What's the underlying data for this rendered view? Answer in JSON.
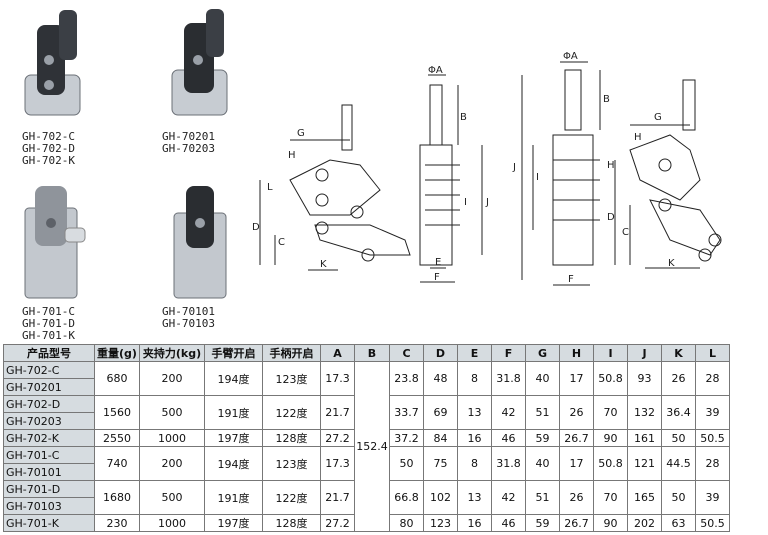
{
  "products": [
    {
      "models": [
        "GH-702-C",
        "GH-702-D",
        "GH-702-K"
      ]
    },
    {
      "models": [
        "GH-70201",
        "GH-70203"
      ]
    },
    {
      "models": [
        "GH-701-C",
        "GH-701-D",
        "GH-701-K"
      ]
    },
    {
      "models": [
        "GH-70101",
        "GH-70103"
      ]
    }
  ],
  "drawing_labels": {
    "phiA": "ΦA",
    "B": "B",
    "G": "G",
    "H": "H",
    "L": "L",
    "D": "D",
    "C": "C",
    "K": "K",
    "E": "E",
    "F": "F",
    "I": "I",
    "J": "J"
  },
  "table": {
    "headers": [
      "产品型号",
      "重量(g)",
      "夹持力(kg)",
      "手臂开启",
      "手柄开启",
      "A",
      "B",
      "C",
      "D",
      "E",
      "F",
      "G",
      "H",
      "I",
      "J",
      "K",
      "L"
    ],
    "rows": [
      {
        "models": [
          "GH-702-C",
          "GH-70201"
        ],
        "weight": "680",
        "force": "200",
        "arm": "194度",
        "handle": "123度",
        "A": "17.3",
        "C": "23.8",
        "D": "48",
        "E": "8",
        "F": "31.8",
        "G": "40",
        "H": "17",
        "I": "50.8",
        "J": "93",
        "K": "26",
        "L": "28"
      },
      {
        "models": [
          "GH-702-D",
          "GH-70203"
        ],
        "weight": "1560",
        "force": "500",
        "arm": "191度",
        "handle": "122度",
        "A": "21.7",
        "C": "33.7",
        "D": "69",
        "E": "13",
        "F": "42",
        "G": "51",
        "H": "26",
        "I": "70",
        "J": "132",
        "K": "36.4",
        "L": "39"
      },
      {
        "models": [
          "GH-702-K"
        ],
        "weight": "2550",
        "force": "1000",
        "arm": "197度",
        "handle": "128度",
        "A": "27.2",
        "C": "37.2",
        "D": "84",
        "E": "16",
        "F": "46",
        "G": "59",
        "H": "26.7",
        "I": "90",
        "J": "161",
        "K": "50",
        "L": "50.5"
      },
      {
        "models": [
          "GH-701-C",
          "GH-70101"
        ],
        "weight": "740",
        "force": "200",
        "arm": "194度",
        "handle": "123度",
        "A": "17.3",
        "C": "50",
        "D": "75",
        "E": "8",
        "F": "31.8",
        "G": "40",
        "H": "17",
        "I": "50.8",
        "J": "121",
        "K": "44.5",
        "L": "28"
      },
      {
        "models": [
          "GH-701-D",
          "GH-70103"
        ],
        "weight": "1680",
        "force": "500",
        "arm": "191度",
        "handle": "122度",
        "A": "21.7",
        "C": "66.8",
        "D": "102",
        "E": "13",
        "F": "42",
        "G": "51",
        "H": "26",
        "I": "70",
        "J": "165",
        "K": "50",
        "L": "39"
      },
      {
        "models": [
          "GH-701-K"
        ],
        "weight": "230",
        "force": "1000",
        "arm": "197度",
        "handle": "128度",
        "A": "27.2",
        "C": "80",
        "D": "123",
        "E": "16",
        "F": "46",
        "G": "59",
        "H": "26.7",
        "I": "90",
        "J": "202",
        "K": "63",
        "L": "50.5"
      }
    ],
    "B_shared": "152.4"
  }
}
